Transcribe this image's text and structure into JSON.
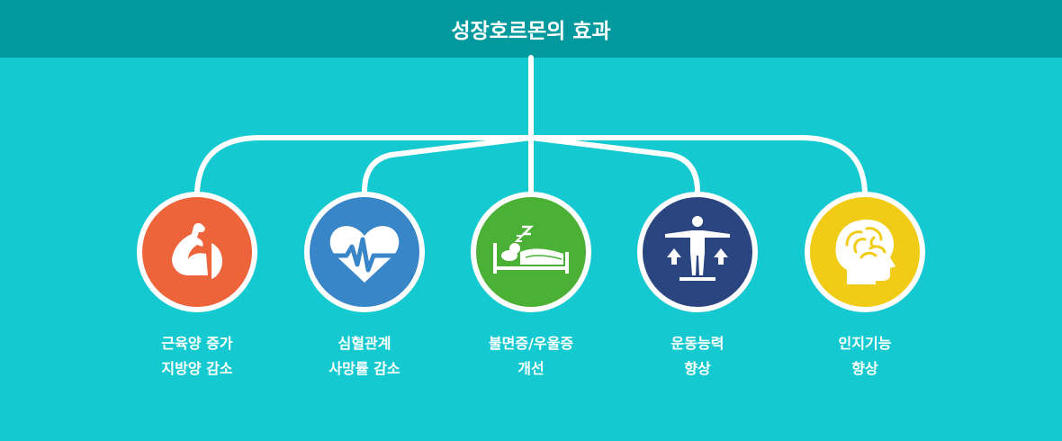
{
  "header": {
    "title": "성장호르몬의 효과"
  },
  "items": [
    {
      "line1": "근육양 증가",
      "line2": "지방양 감소",
      "color": "#ed633a",
      "icon": "flexed-bicep-icon"
    },
    {
      "line1": "심혈관계",
      "line2": "사망률 감소",
      "color": "#3886c8",
      "icon": "heartbeat-icon"
    },
    {
      "line1": "불면증/우울증",
      "line2": "개선",
      "color": "#4bb136",
      "icon": "sleeping-in-bed-icon"
    },
    {
      "line1": "운동능력",
      "line2": "향상",
      "color": "#2b4580",
      "icon": "person-arrows-up-icon"
    },
    {
      "line1": "인지기능",
      "line2": "향상",
      "color": "#f1cc17",
      "icon": "brain-head-icon"
    }
  ]
}
